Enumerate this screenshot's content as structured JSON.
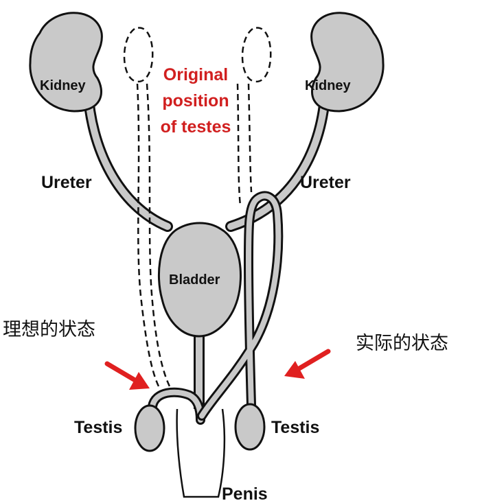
{
  "labels": {
    "kidney_left": "Kidney",
    "kidney_right": "Kidney",
    "ureter_left": "Ureter",
    "ureter_right": "Ureter",
    "bladder": "Bladder",
    "testis_left": "Testis",
    "testis_right": "Testis",
    "penis": "Penis",
    "original_position": [
      "Original",
      "position",
      "of testes"
    ],
    "ideal_state": "理想的状态",
    "actual_state": "实际的状态"
  },
  "colors": {
    "organ_fill": "#c9c9c9",
    "outline": "#111111",
    "arrow": "#e02020",
    "title_red": "#d11f1f"
  }
}
